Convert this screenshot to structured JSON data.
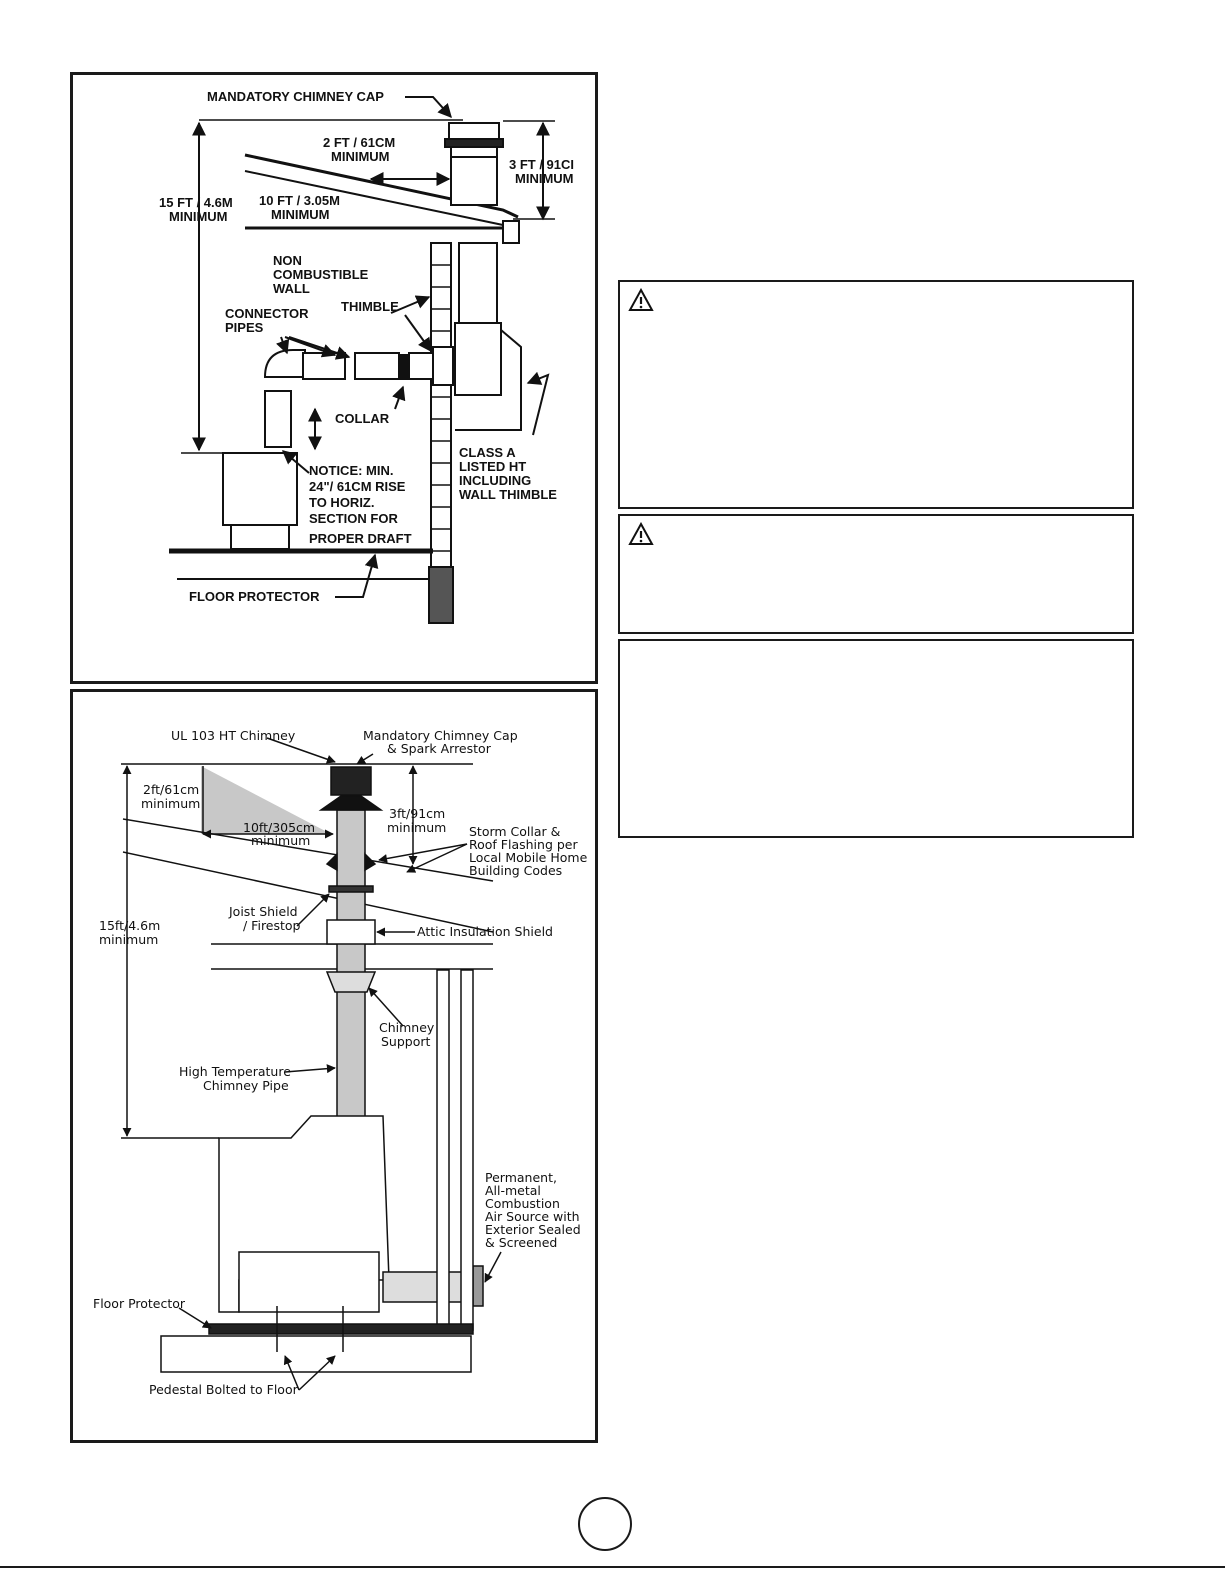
{
  "diagram_top": {
    "labels": {
      "chimney_cap": "MANDATORY CHIMNEY CAP",
      "two_ft_a": "2 FT / 61CM",
      "two_ft_b": "MINIMUM",
      "three_ft_a": "3 FT / 91CI",
      "three_ft_b": "MINIMUM",
      "fifteen_ft_a": "15 FT / 4.6M",
      "fifteen_ft_b": "MINIMUM",
      "ten_ft_a": "10 FT / 3.05M",
      "ten_ft_b": "MINIMUM",
      "noncomb_a": "NON",
      "noncomb_b": "COMBUSTIBLE",
      "noncomb_c": "WALL",
      "connector_a": "CONNECTOR",
      "connector_b": "PIPES",
      "thimble": "THIMBLE",
      "collar": "COLLAR",
      "class_a": "CLASS A",
      "class_b": "LISTED HT",
      "class_c": "INCLUDING",
      "class_d": "WALL THIMBLE",
      "notice_a": "NOTICE: MIN.",
      "notice_b": "24\"/ 61CM RISE",
      "notice_c": "TO HORIZ.",
      "notice_d": "SECTION FOR",
      "notice_e": "PROPER DRAFT",
      "floor_protector": "FLOOR PROTECTOR"
    }
  },
  "diagram_bottom": {
    "labels": {
      "ul_chimney": "UL 103 HT Chimney",
      "cap_a": "Mandatory Chimney Cap",
      "cap_b": "& Spark Arrestor",
      "two_ft_a": "2ft/61cm",
      "two_ft_b": "minimum",
      "three_ft_a": "3ft/91cm",
      "three_ft_b": "minimum",
      "ten_ft_a": "10ft/305cm",
      "ten_ft_b": "minimum",
      "storm_a": "Storm Collar &",
      "storm_b": "Roof Flashing per",
      "storm_c": "Local Mobile Home",
      "storm_d": "Building Codes",
      "joist_a": "Joist Shield",
      "joist_b": "/ Firestop",
      "fifteen_a": "15ft/4.6m",
      "fifteen_b": "minimum",
      "attic": "Attic Insulation Shield",
      "support_a": "Chimney",
      "support_b": "Support",
      "htpipe_a": "High Temperature",
      "htpipe_b": "Chimney Pipe",
      "air_a": "Permanent,",
      "air_b": "All-metal",
      "air_c": "Combustion",
      "air_d": "Air Source with",
      "air_e": "Exterior Sealed",
      "air_f": "& Screened",
      "floor_protector": "Floor Protector",
      "pedestal": "Pedestal Bolted to Floor"
    }
  },
  "icons": {
    "warning": "warning-triangle-icon"
  },
  "page_number": ""
}
